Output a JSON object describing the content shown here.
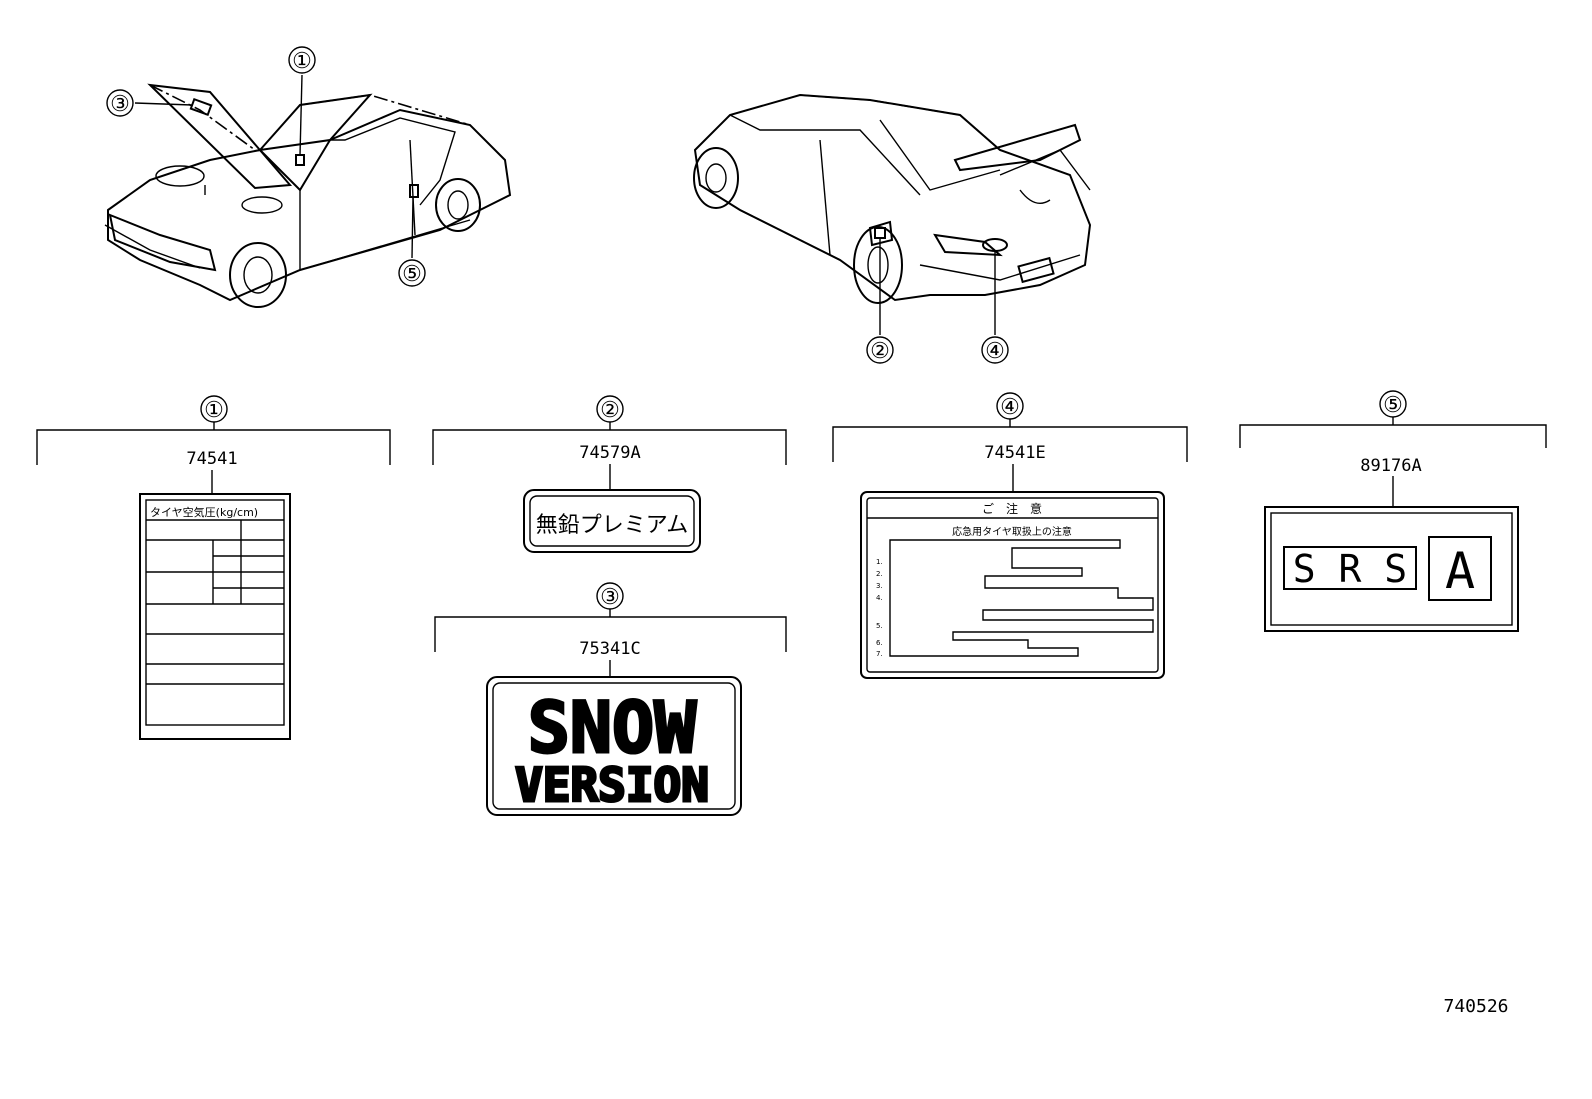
{
  "callouts": [
    "①",
    "②",
    "③",
    "④",
    "⑤"
  ],
  "parts": [
    {
      "callout": "①",
      "part_no": "74541",
      "label_text": "タイヤ空気圧(kg/cm)"
    },
    {
      "callout": "②",
      "part_no": "74579A",
      "label_text": "無鉛プレミアム"
    },
    {
      "callout": "③",
      "part_no": "75341C",
      "label_line1": "SNOW",
      "label_line2": "VERSION"
    },
    {
      "callout": "④",
      "part_no": "74541E",
      "label_title": "ご　注　意",
      "label_subtitle": "応急用タイヤ取扱上の注意",
      "list_numbers": [
        "1.",
        "2.",
        "3.",
        "4.",
        "5.",
        "6.",
        "7."
      ]
    },
    {
      "callout": "⑤",
      "part_no": "89176A",
      "label_srs": "S R S",
      "label_letter": "A"
    }
  ],
  "figure_id": "740526"
}
